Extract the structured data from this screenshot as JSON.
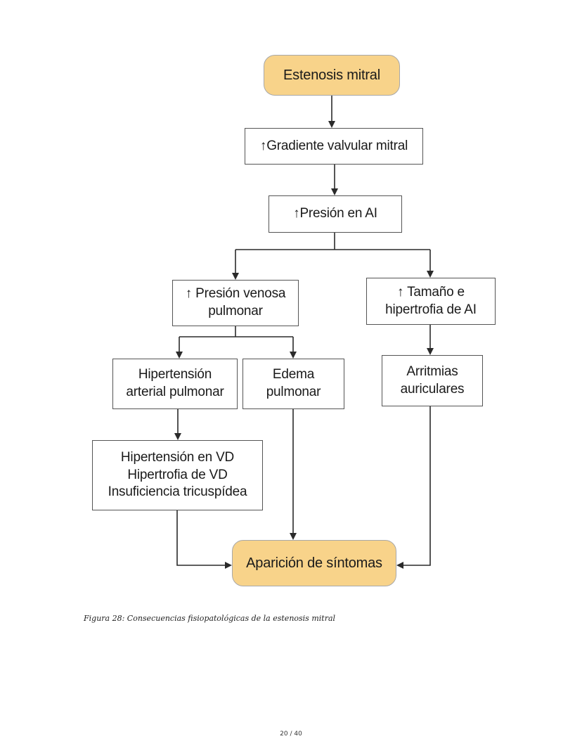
{
  "diagram": {
    "nodes": {
      "estenosis": "Estenosis mitral",
      "gradiente": "↑Gradiente valvular mitral",
      "presion_ai": "↑Presión en AI",
      "presion_venosa": [
        "↑ Presión venosa",
        "pulmonar"
      ],
      "tamano": [
        "↑ Tamaño e",
        "hipertrofia de AI"
      ],
      "hipertension_pulmonar": [
        "Hipertensión",
        "arterial pulmonar"
      ],
      "edema": [
        "Edema",
        "pulmonar"
      ],
      "arritmias": [
        "Arritmias",
        "auriculares"
      ],
      "vd": [
        "Hipertensión en VD",
        "Hipertrofia de VD",
        "Insuficiencia tricuspídea"
      ],
      "sintomas": "Aparición de síntomas"
    },
    "colors": {
      "terminal_fill": "#f8d38a",
      "box_border": "#555555",
      "arrow": "#2a2a2a"
    }
  },
  "caption": "Figura 28: Consecuencias fisiopatológicas de la estenosis mitral",
  "page_number": "20 / 40"
}
